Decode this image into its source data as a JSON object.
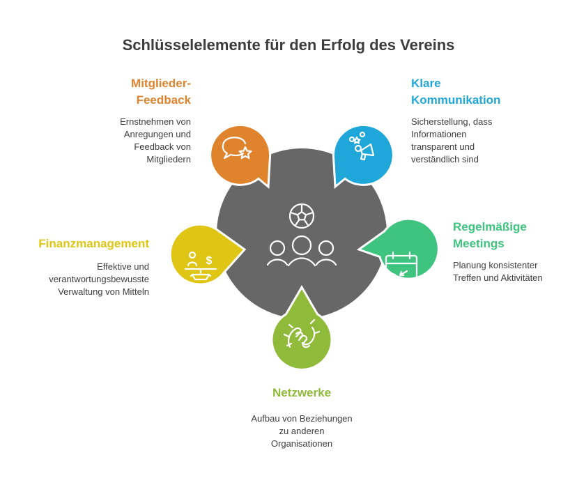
{
  "title": "Schlüsselelemente für den Erfolg des Vereins",
  "colors": {
    "center": "#676767",
    "orange": "#e0832d",
    "blue": "#1ea7d8",
    "green": "#3fc47f",
    "lime": "#90ba3a",
    "yellow": "#dfc614",
    "text": "#3d3d3d"
  },
  "center_icon": [
    "football-icon",
    "team-icon"
  ],
  "items": [
    {
      "key": "feedback",
      "label_lines": [
        "Mitglieder-",
        "Feedback"
      ],
      "desc_lines": [
        "Ernstnehmen von",
        "Anregungen und",
        "Feedback von",
        "Mitgliedern"
      ],
      "color": "#e0832d",
      "icon": "speech-bubble-star-icon"
    },
    {
      "key": "kommunikation",
      "label_lines": [
        "Klare",
        "Kommunikation"
      ],
      "desc_lines": [
        "Sicherstellung, dass",
        "Informationen",
        "transparent und",
        "verständlich sind"
      ],
      "color": "#1ea7d8",
      "icon": "megaphone-icon"
    },
    {
      "key": "meetings",
      "label_lines": [
        "Regelmäßige",
        "Meetings"
      ],
      "desc_lines": [
        "Planung konsistenter",
        "Treffen und Aktivitäten"
      ],
      "color": "#3fc47f",
      "icon": "calendar-icon"
    },
    {
      "key": "netzwerke",
      "label_lines": [
        "Netzwerke"
      ],
      "desc_lines": [
        "Aufbau von Beziehungen",
        "zu anderen",
        "Organisationen"
      ],
      "color": "#90ba3a",
      "icon": "handshake-icon"
    },
    {
      "key": "finanz",
      "label_lines": [
        "Finanzmanagement"
      ],
      "desc_lines": [
        "Effektive und",
        "verantwortungsbewusste",
        "Verwaltung von Mitteln"
      ],
      "color": "#dfc614",
      "icon": "balance-scale-icon"
    }
  ]
}
